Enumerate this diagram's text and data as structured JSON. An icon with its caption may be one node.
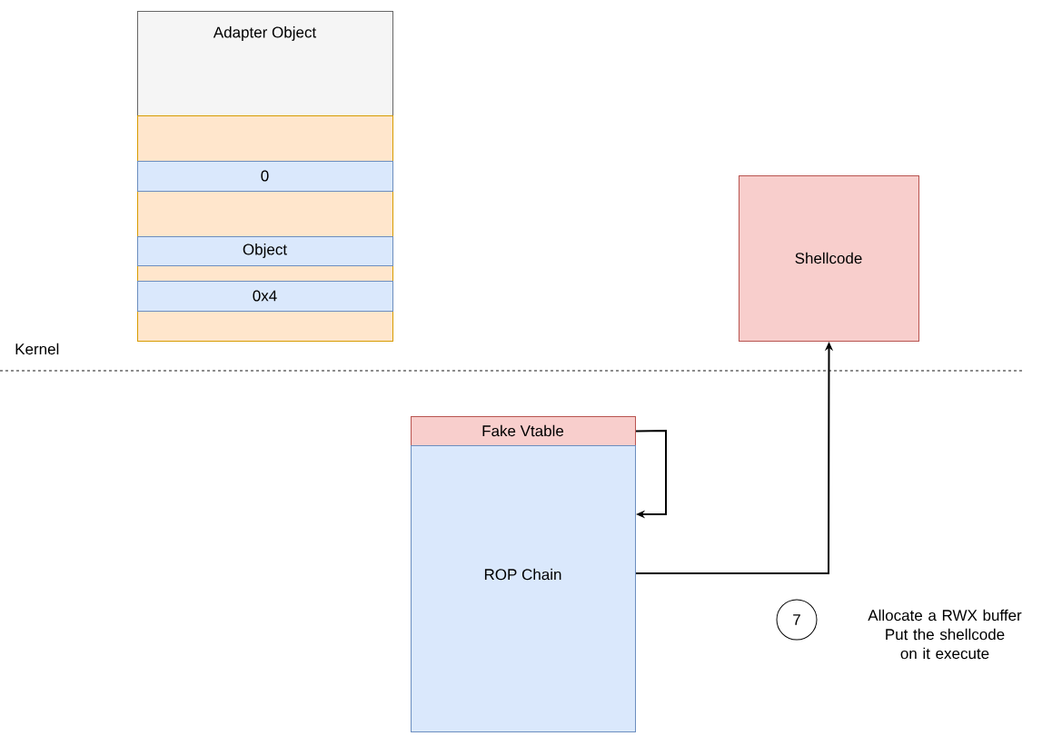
{
  "diagram": {
    "nodes": [
      {
        "text": [
          "Adapter Object"
        ]
      },
      {
        "text": [],
        "shape": "box"
      },
      {
        "text": [
          "0"
        ],
        "in": 1
      },
      {
        "text": [
          "Object"
        ],
        "in": 1
      },
      {
        "text": [
          "0x4"
        ],
        "in": 1
      },
      {
        "text": [
          "Shellcode"
        ]
      },
      {
        "text": [
          "Fake Vtable"
        ]
      },
      {
        "text": [
          "ROP Chain"
        ]
      },
      {
        "text": [
          "7"
        ],
        "beside": [
          "Allocate a RWX buffer Put the shellcode on it execute"
        ]
      }
    ],
    "edges": [
      {
        "from": 6,
        "to": 7,
        "arrow": "to"
      },
      {
        "from": 7,
        "to": 5,
        "arrow": "to"
      }
    ],
    "labels": [
      "Kernel"
    ]
  }
}
